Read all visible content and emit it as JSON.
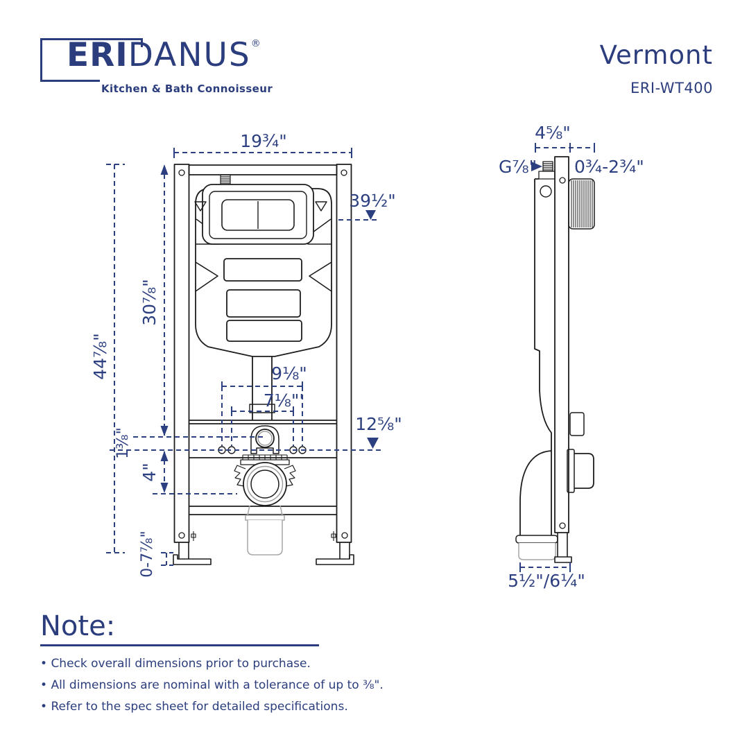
{
  "header": {
    "logo": {
      "brand_bold": "ERI",
      "brand_light": "DANUS",
      "registered_mark": "®",
      "tagline": "Kitchen & Bath Connoisseur"
    },
    "product": {
      "name": "Vermont",
      "model": "ERI-WT400"
    }
  },
  "front_view": {
    "dims": {
      "overall_width": "19¾\"",
      "plate_height": "39½\"",
      "tank_top_height": "30⅞\"",
      "overall_height": "44⅞\"",
      "outer_bolt_spacing": "9⅛\"",
      "inner_bolt_spacing": "7⅛\"'",
      "outlet_height": "12⅝\"",
      "outlet_to_bolt": "1⅜\"",
      "bolt_to_drain": "4\"",
      "foot_adjust_range": "0-7⅞\""
    }
  },
  "side_view": {
    "dims": {
      "frame_depth": "4⅝\"",
      "water_inlet": "G⅞\"",
      "plate_depth_range": "0¾-2¾\"",
      "drain_depth": "5½\"/6¼\""
    }
  },
  "note": {
    "title": "Note:",
    "items": [
      "Check overall dimensions prior to purchase.",
      "All dimensions are nominal with a tolerance of up to ⅜\".",
      "Refer to the spec sheet for detailed specifications."
    ]
  },
  "colors": {
    "navy": "#2b3d7d",
    "line": "#1c1c1c"
  }
}
